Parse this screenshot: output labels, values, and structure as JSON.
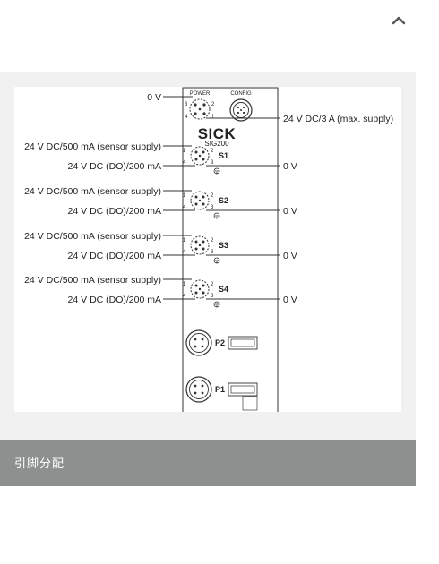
{
  "caption": "引脚分配",
  "icons": {
    "collapse": "chevron-up-icon",
    "ground": "ground-icon"
  },
  "device": {
    "brand": "SICK",
    "model": "SIG200",
    "power_label": "POWER",
    "config_label": "CONFIG"
  },
  "power": {
    "left_label": "0 V",
    "right_label": "24 V DC/3 A (max. supply)",
    "pins": [
      "1",
      "2",
      "3",
      "4"
    ]
  },
  "sensor_ports": [
    {
      "name": "S1",
      "supply_label": "24 V DC/500 mA (sensor supply)",
      "do_label": "24 V DC (DO)/200 mA",
      "ground_label": "0 V",
      "pins": [
        "1",
        "2",
        "3",
        "4"
      ]
    },
    {
      "name": "S2",
      "supply_label": "24 V DC/500 mA (sensor supply)",
      "do_label": "24 V DC (DO)/200 mA",
      "ground_label": "0 V",
      "pins": [
        "1",
        "2",
        "3",
        "4"
      ]
    },
    {
      "name": "S3",
      "supply_label": "24 V DC/500 mA (sensor supply)",
      "do_label": "24 V DC (DO)/200 mA",
      "ground_label": "0 V",
      "pins": [
        "1",
        "2",
        "3",
        "4"
      ]
    },
    {
      "name": "S4",
      "supply_label": "24 V DC/500 mA (sensor supply)",
      "do_label": "24 V DC (DO)/200 mA",
      "ground_label": "0 V",
      "pins": [
        "1",
        "2",
        "3",
        "4"
      ]
    }
  ],
  "network_ports": [
    {
      "name": "P2"
    },
    {
      "name": "P1"
    }
  ]
}
